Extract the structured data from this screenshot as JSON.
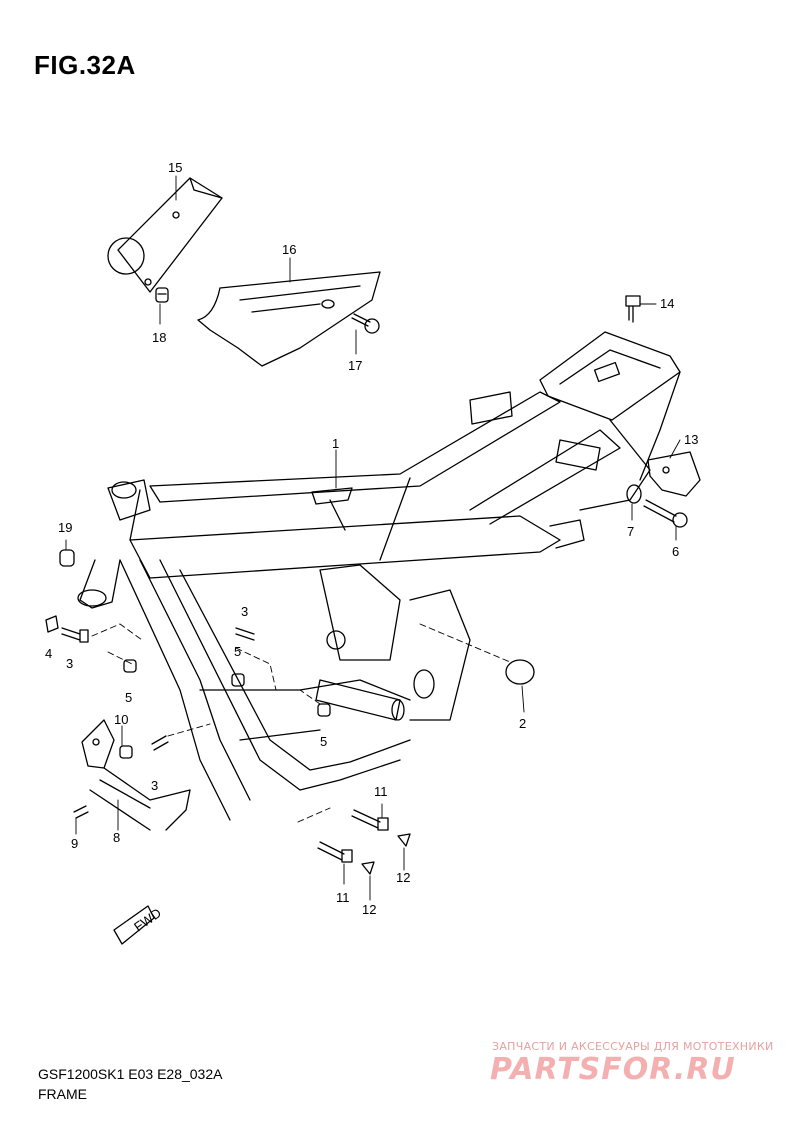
{
  "figure": {
    "title": "FIG.32A",
    "model_code": "GSF1200SK1 E03 E28_032A",
    "section_name": "FRAME"
  },
  "callouts": [
    {
      "id": "c1",
      "label": "1"
    },
    {
      "id": "c2",
      "label": "2"
    },
    {
      "id": "c3a",
      "label": "3"
    },
    {
      "id": "c3b",
      "label": "3"
    },
    {
      "id": "c3c",
      "label": "3"
    },
    {
      "id": "c4",
      "label": "4"
    },
    {
      "id": "c5a",
      "label": "5"
    },
    {
      "id": "c5b",
      "label": "5"
    },
    {
      "id": "c5c",
      "label": "5"
    },
    {
      "id": "c6",
      "label": "6"
    },
    {
      "id": "c7",
      "label": "7"
    },
    {
      "id": "c8",
      "label": "8"
    },
    {
      "id": "c9",
      "label": "9"
    },
    {
      "id": "c10",
      "label": "10"
    },
    {
      "id": "c11a",
      "label": "11"
    },
    {
      "id": "c11b",
      "label": "11"
    },
    {
      "id": "c12a",
      "label": "12"
    },
    {
      "id": "c12b",
      "label": "12"
    },
    {
      "id": "c13",
      "label": "13"
    },
    {
      "id": "c14",
      "label": "14"
    },
    {
      "id": "c15",
      "label": "15"
    },
    {
      "id": "c16",
      "label": "16"
    },
    {
      "id": "c17",
      "label": "17"
    },
    {
      "id": "c18",
      "label": "18"
    },
    {
      "id": "c19",
      "label": "19"
    }
  ],
  "fwd_label": "FWD",
  "watermark": {
    "line1": "ЗАПЧАСТИ И АКСЕССУАРЫ ДЛЯ МОТОТЕХНИКИ",
    "line2": "PARTSFOR.RU"
  }
}
